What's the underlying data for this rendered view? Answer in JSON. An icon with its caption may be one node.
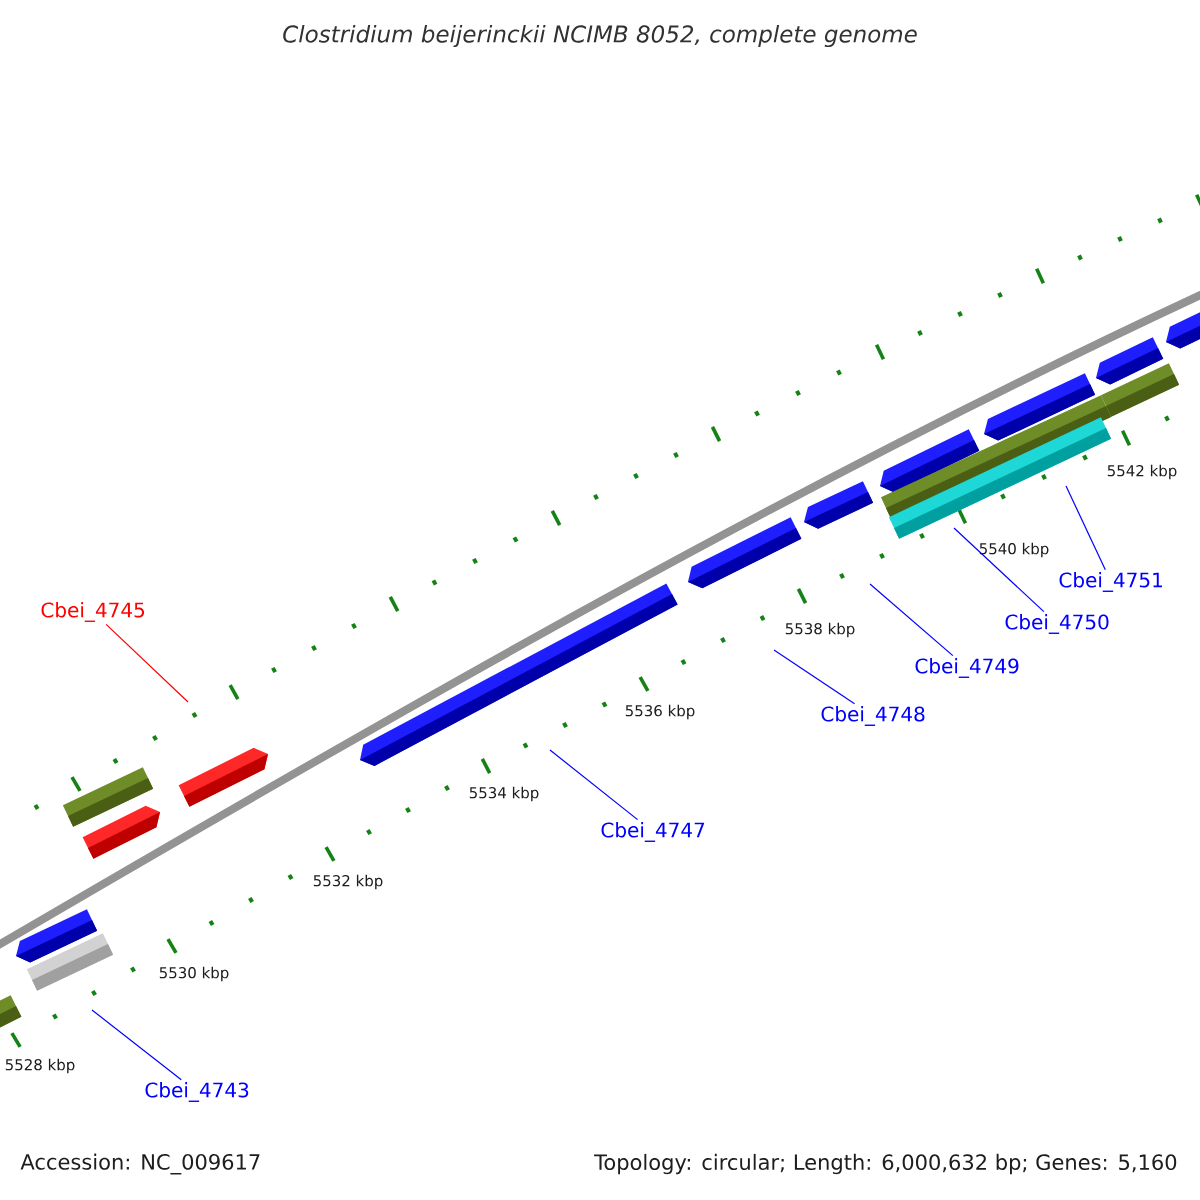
{
  "diagram": {
    "title": "Clostridium beijerinckii NCIMB 8052, complete genome",
    "nodes": [
      {
        "text": [
          "Cbei_4751"
        ]
      },
      {
        "text": [
          "Cbei_4745"
        ]
      },
      {
        "text": [
          "Cbei_4750"
        ]
      },
      {
        "text": [
          "Cbei_4749"
        ]
      },
      {
        "text": [
          "Cbei_4748"
        ]
      },
      {
        "text": [
          "Cbei_4747"
        ]
      },
      {
        "text": [
          "Cbei_4743"
        ]
      }
    ],
    "edges": [
      {
        "from": 0,
        "to": null,
        "arrow": "none"
      },
      {
        "from": 1,
        "to": null,
        "arrow": "none",
        "color": "#ff0000"
      },
      {
        "from": 2,
        "to": null,
        "arrow": "none"
      },
      {
        "from": 3,
        "to": null,
        "arrow": "none"
      },
      {
        "from": 4,
        "to": null,
        "arrow": "none"
      },
      {
        "from": 5,
        "to": null,
        "arrow": "none"
      },
      {
        "from": 6,
        "to": null,
        "arrow": "none"
      }
    ],
    "labels": [
      "5542 kbp",
      "5540 kbp",
      "5538 kbp",
      "5536 kbp",
      "5534 kbp",
      "5532 kbp",
      "5530 kbp",
      "5528 kbp",
      "Accession: NC_009617",
      "Topology: circular; Length: 6,000,632 bp; Genes: 5,160"
    ]
  }
}
